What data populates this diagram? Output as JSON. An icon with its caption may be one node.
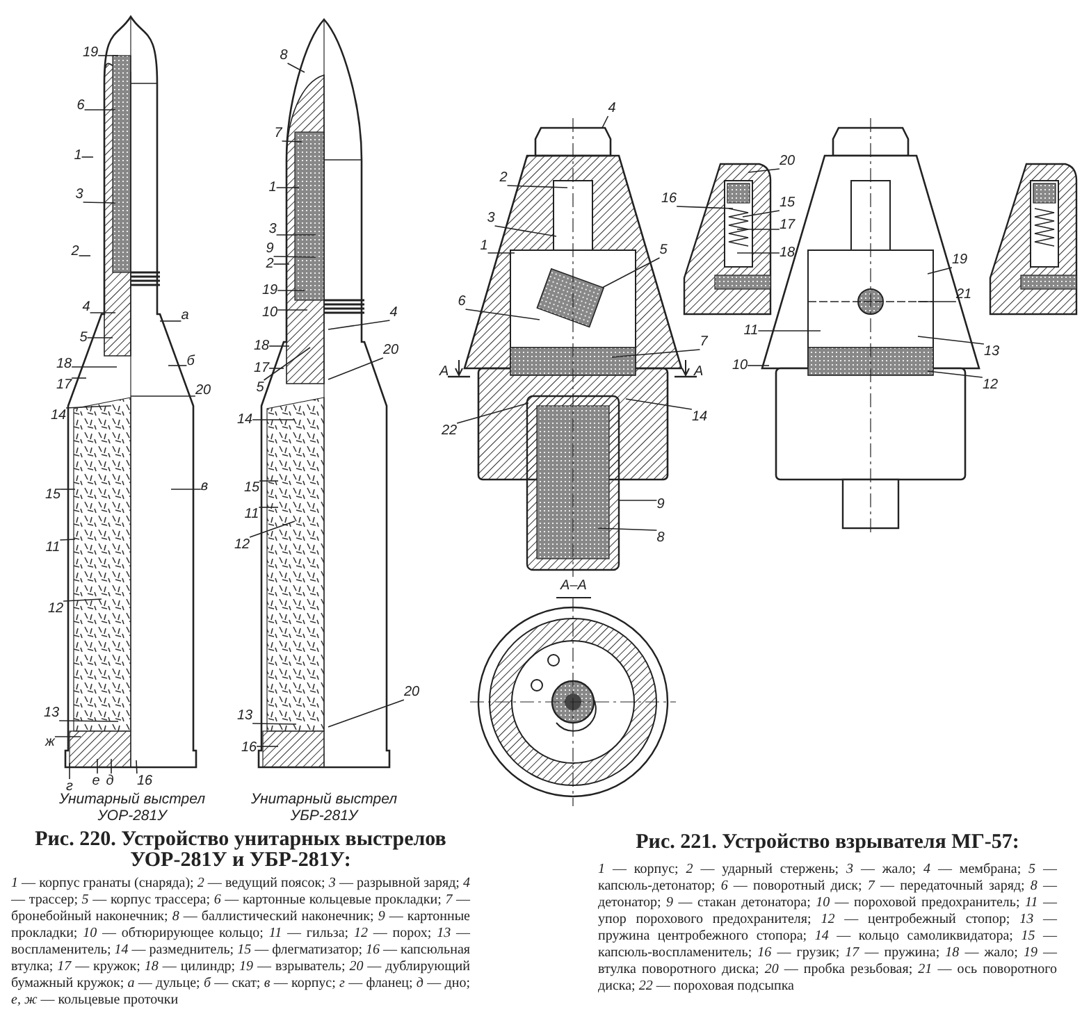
{
  "diagram": {
    "nodes": [
      {
        "text": [
          "19"
        ]
      },
      {
        "text": [
          "6"
        ]
      },
      {
        "text": [
          "1"
        ]
      },
      {
        "text": [
          "3"
        ]
      },
      {
        "text": [
          "2"
        ]
      },
      {
        "text": [
          "4"
        ]
      },
      {
        "text": [
          "5"
        ]
      },
      {
        "text": [
          "18"
        ]
      },
      {
        "text": [
          "17"
        ]
      },
      {
        "text": [
          "14"
        ]
      },
      {
        "text": [
          "15"
        ]
      },
      {
        "text": [
          "11"
        ]
      },
      {
        "text": [
          "12"
        ]
      },
      {
        "text": [
          "13"
        ]
      },
      {
        "text": [
          "ж"
        ]
      },
      {
        "text": [
          "г"
        ]
      },
      {
        "text": [
          "е"
        ]
      },
      {
        "text": [
          "д"
        ]
      },
      {
        "text": [
          "16"
        ]
      },
      {
        "text": [
          "а"
        ]
      },
      {
        "text": [
          "б"
        ]
      },
      {
        "text": [
          "20"
        ]
      },
      {
        "text": [
          "в"
        ]
      },
      {
        "text": [
          "8"
        ]
      },
      {
        "text": [
          "7"
        ]
      },
      {
        "text": [
          "1"
        ]
      },
      {
        "text": [
          "3"
        ]
      },
      {
        "text": [
          "9"
        ]
      },
      {
        "text": [
          "2"
        ]
      },
      {
        "text": [
          "19"
        ]
      },
      {
        "text": [
          "10"
        ]
      },
      {
        "text": [
          "4"
        ]
      },
      {
        "text": [
          "18"
        ]
      },
      {
        "text": [
          "17"
        ]
      },
      {
        "text": [
          "5"
        ]
      },
      {
        "text": [
          "20"
        ]
      },
      {
        "text": [
          "14"
        ]
      },
      {
        "text": [
          "15"
        ]
      },
      {
        "text": [
          "11"
        ]
      },
      {
        "text": [
          "12"
        ]
      },
      {
        "text": [
          "20"
        ]
      },
      {
        "text": [
          "13"
        ]
      },
      {
        "text": [
          "16"
        ]
      },
      {
        "text": [
          "4"
        ]
      },
      {
        "text": [
          "2"
        ]
      },
      {
        "text": [
          "3"
        ]
      },
      {
        "text": [
          "1"
        ]
      },
      {
        "text": [
          "5"
        ]
      },
      {
        "text": [
          "6"
        ]
      },
      {
        "text": [
          "7"
        ]
      },
      {
        "text": [
          "22"
        ]
      },
      {
        "text": [
          "14"
        ]
      },
      {
        "text": [
          "9"
        ]
      },
      {
        "text": [
          "8"
        ]
      },
      {
        "text": [
          "20"
        ]
      },
      {
        "text": [
          "16"
        ]
      },
      {
        "text": [
          "15"
        ]
      },
      {
        "text": [
          "17"
        ]
      },
      {
        "text": [
          "18"
        ]
      },
      {
        "text": [
          "19"
        ]
      },
      {
        "text": [
          "21"
        ]
      },
      {
        "text": [
          "11"
        ]
      },
      {
        "text": [
          "13"
        ]
      },
      {
        "text": [
          "10"
        ]
      },
      {
        "text": [
          "12"
        ]
      }
    ],
    "edges": [
      {
        "from": 0,
        "to": null,
        "arrow": "none"
      },
      {
        "from": 1,
        "to": null,
        "arrow": "none"
      },
      {
        "from": 2,
        "to": null,
        "arrow": "none"
      },
      {
        "from": 3,
        "to": null,
        "arrow": "none"
      },
      {
        "from": 4,
        "to": null,
        "arrow": "none"
      },
      {
        "from": 5,
        "to": null,
        "arrow": "none"
      },
      {
        "from": 6,
        "to": null,
        "arrow": "none"
      },
      {
        "from": 7,
        "to": null,
        "arrow": "none"
      },
      {
        "from": 8,
        "to": null,
        "arrow": "none"
      },
      {
        "from": 9,
        "to": null,
        "arrow": "none"
      },
      {
        "from": 10,
        "to": null,
        "arrow": "none"
      },
      {
        "from": 11,
        "to": null,
        "arrow": "none"
      },
      {
        "from": 12,
        "to": null,
        "arrow": "none"
      },
      {
        "from": 13,
        "to": null,
        "arrow": "none"
      },
      {
        "from": 14,
        "to": null,
        "arrow": "none"
      },
      {
        "from": 15,
        "to": null,
        "arrow": "none"
      },
      {
        "from": 16,
        "to": null,
        "arrow": "none"
      },
      {
        "from": 17,
        "to": null,
        "arrow": "none"
      },
      {
        "from": 18,
        "to": null,
        "arrow": "none"
      },
      {
        "from": 19,
        "to": null,
        "arrow": "none"
      },
      {
        "from": 20,
        "to": null,
        "arrow": "none"
      },
      {
        "from": 21,
        "to": null,
        "arrow": "none"
      },
      {
        "from": 22,
        "to": null,
        "arrow": "none"
      },
      {
        "from": 23,
        "to": null,
        "arrow": "none"
      },
      {
        "from": 24,
        "to": null,
        "arrow": "none"
      },
      {
        "from": 25,
        "to": null,
        "arrow": "none"
      },
      {
        "from": 26,
        "to": null,
        "arrow": "none"
      },
      {
        "from": 27,
        "to": null,
        "arrow": "none"
      },
      {
        "from": 28,
        "to": null,
        "arrow": "none"
      },
      {
        "from": 29,
        "to": null,
        "arrow": "none"
      },
      {
        "from": 30,
        "to": null,
        "arrow": "none"
      },
      {
        "from": 31,
        "to": null,
        "arrow": "none"
      },
      {
        "from": 32,
        "to": null,
        "arrow": "none"
      },
      {
        "from": 33,
        "to": null,
        "arrow": "none"
      },
      {
        "from": 34,
        "to": null,
        "arrow": "none"
      },
      {
        "from": 35,
        "to": null,
        "arrow": "none"
      },
      {
        "from": 36,
        "to": null,
        "arrow": "none"
      },
      {
        "from": 37,
        "to": null,
        "arrow": "none"
      },
      {
        "from": 38,
        "to": null,
        "arrow": "none"
      },
      {
        "from": 39,
        "to": null,
        "arrow": "none"
      },
      {
        "from": 40,
        "to": null,
        "arrow": "none"
      },
      {
        "from": 41,
        "to": null,
        "arrow": "none"
      },
      {
        "from": 42,
        "to": null,
        "arrow": "none"
      },
      {
        "from": 43,
        "to": null,
        "arrow": "none"
      },
      {
        "from": 44,
        "to": null,
        "arrow": "none"
      },
      {
        "from": 45,
        "to": null,
        "arrow": "none"
      },
      {
        "from": 46,
        "to": null,
        "arrow": "none"
      },
      {
        "from": 47,
        "to": null,
        "arrow": "none"
      },
      {
        "from": 48,
        "to": null,
        "arrow": "none"
      },
      {
        "from": 49,
        "to": null,
        "arrow": "none"
      },
      {
        "from": 50,
        "to": null,
        "arrow": "none"
      },
      {
        "from": 51,
        "to": null,
        "arrow": "none"
      },
      {
        "from": 52,
        "to": null,
        "arrow": "none"
      },
      {
        "from": 53,
        "to": null,
        "arrow": "none"
      },
      {
        "from": 54,
        "to": null,
        "arrow": "none"
      },
      {
        "from": 55,
        "to": null,
        "arrow": "none"
      },
      {
        "from": 56,
        "to": null,
        "arrow": "none"
      },
      {
        "from": 57,
        "to": null,
        "arrow": "none"
      },
      {
        "from": 58,
        "to": null,
        "arrow": "none"
      },
      {
        "from": 59,
        "to": null,
        "arrow": "none"
      },
      {
        "from": 60,
        "to": null,
        "arrow": "none"
      },
      {
        "from": 61,
        "to": null,
        "arrow": "none"
      },
      {
        "from": 62,
        "to": null,
        "arrow": "none"
      },
      {
        "from": 63,
        "to": null,
        "arrow": "none"
      },
      {
        "from": 64,
        "to": null,
        "arrow": "none"
      }
    ],
    "labels": [
      "A",
      "A",
      "A–A",
      "Унитарный выстрел УОР-281У",
      "Унитарный выстрел УБР-281У",
      "Рис. 220. Устройство унитарных выстрелов УОР-281У и УБР-281У:",
      "*1* — корпус гранаты (снаряда); *2* — ведущий поясок; *3* — разрывной заряд; *4* — трассер; *5* — корпус трассера; *6* — картонные кольцевые прокладки; *7* — бронебойный наконечник; *8* — баллистический наконечник; *9* — картонные прокладки; *10* — обтюрирующее кольцо; *11* — гильза; *12* — порох; *13* — воспламенитель; *14* — размеднитель; *15* — флегматизатор; *16* — капсюльная втулка; *17* — кружок; *18* — цилиндр; *19* — взрыватель; *20* — дублирующий бумажный кружок; *а* — дульце; *б* — скат; *в* — корпус; *г* — фланец; *д* — дно; *е, ж* — кольцевые проточки",
      "Рис. 221. Устройство взрывателя МГ-57:",
      "*1* — корпус; *2* — ударный стержень; *3* — жало; *4* — мембрана; *5* — капсюль-детонатор; *6* — поворотный диск; *7* — передаточный заряд; *8* — детонатор; *9* — стакан детонатора; *10* — пороховой предохранитель; *11* — упор порохового предохранителя; *12* — центробежный стопор; *13* — пружина центробежного стопора; *14* — кольцо самоликвидатора; *15* — капсюль-воспламенитель; *16* — грузик; *17* — пружина; *18* — жало; *19* — втулка поворотного диска; *20* — пробка резьбовая; *21* — ось поворотного диска; *22* — пороховая подсыпка"
    ]
  }
}
